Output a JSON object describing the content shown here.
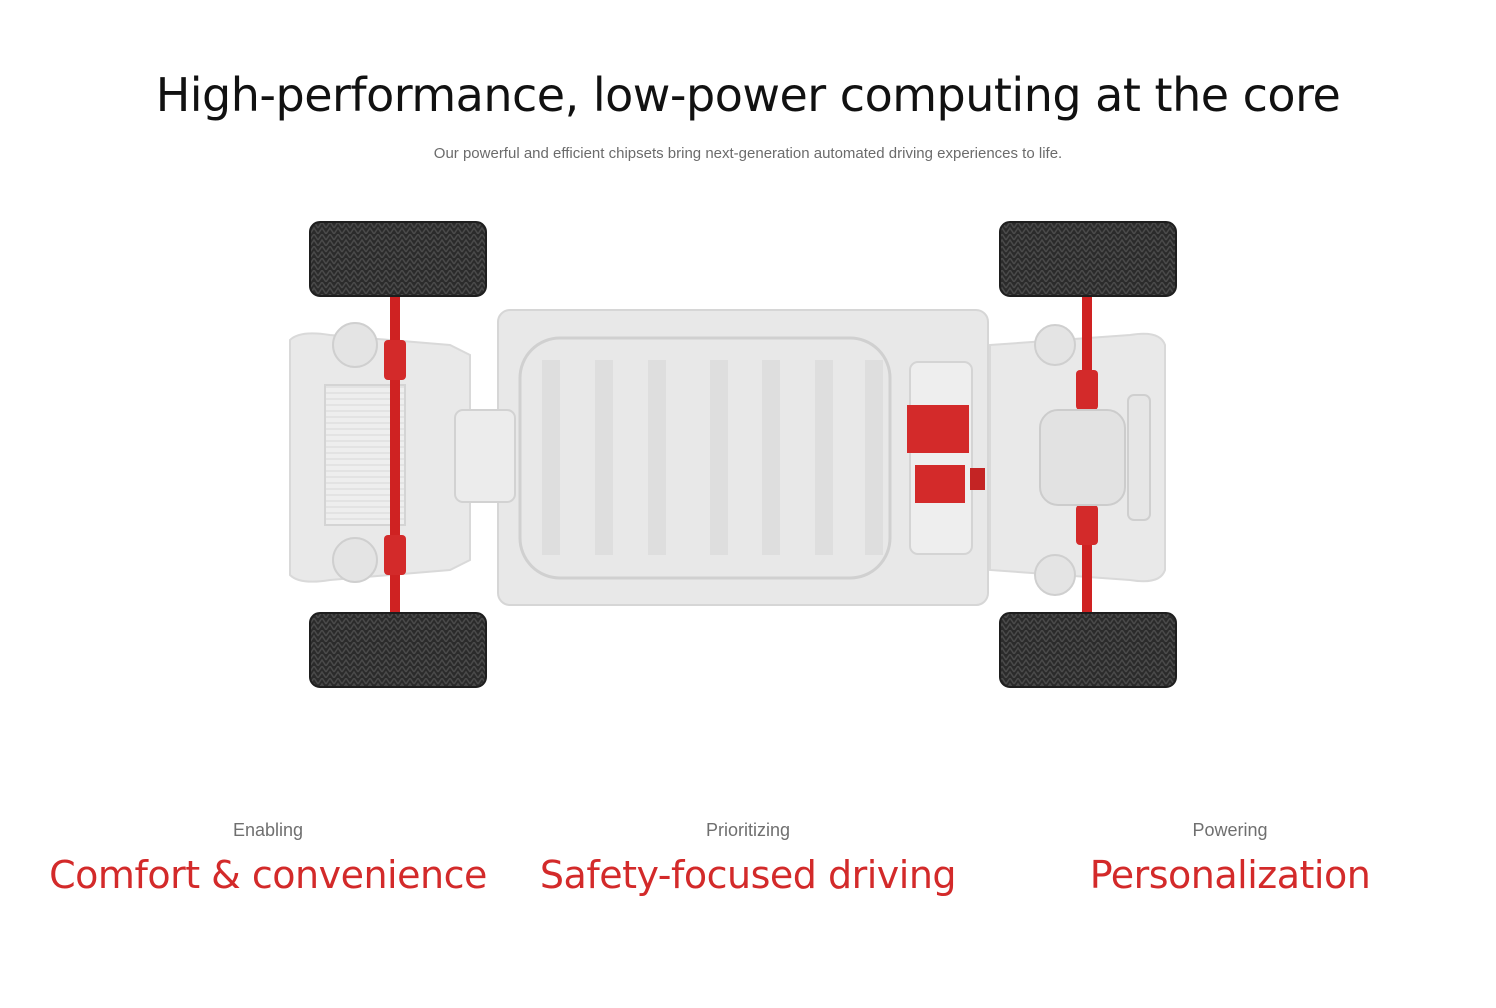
{
  "header": {
    "title": "High-performance, low-power computing at the core",
    "subtitle": "Our powerful and efficient chipsets bring next-generation automated driving experiences to life."
  },
  "illustration": {
    "icon": "car-chassis-illustration",
    "accent": "#d32a2a",
    "body_color": "#e6e6e6",
    "tire_color": "#2a2a2a"
  },
  "features": [
    {
      "kicker": "Enabling",
      "title": "Comfort & convenience"
    },
    {
      "kicker": "Prioritizing",
      "title": "Safety-focused driving"
    },
    {
      "kicker": "Powering",
      "title": "Personalization"
    }
  ],
  "colors": {
    "accent": "#d32a2a",
    "text": "#111111",
    "muted": "#6b6b6b"
  }
}
